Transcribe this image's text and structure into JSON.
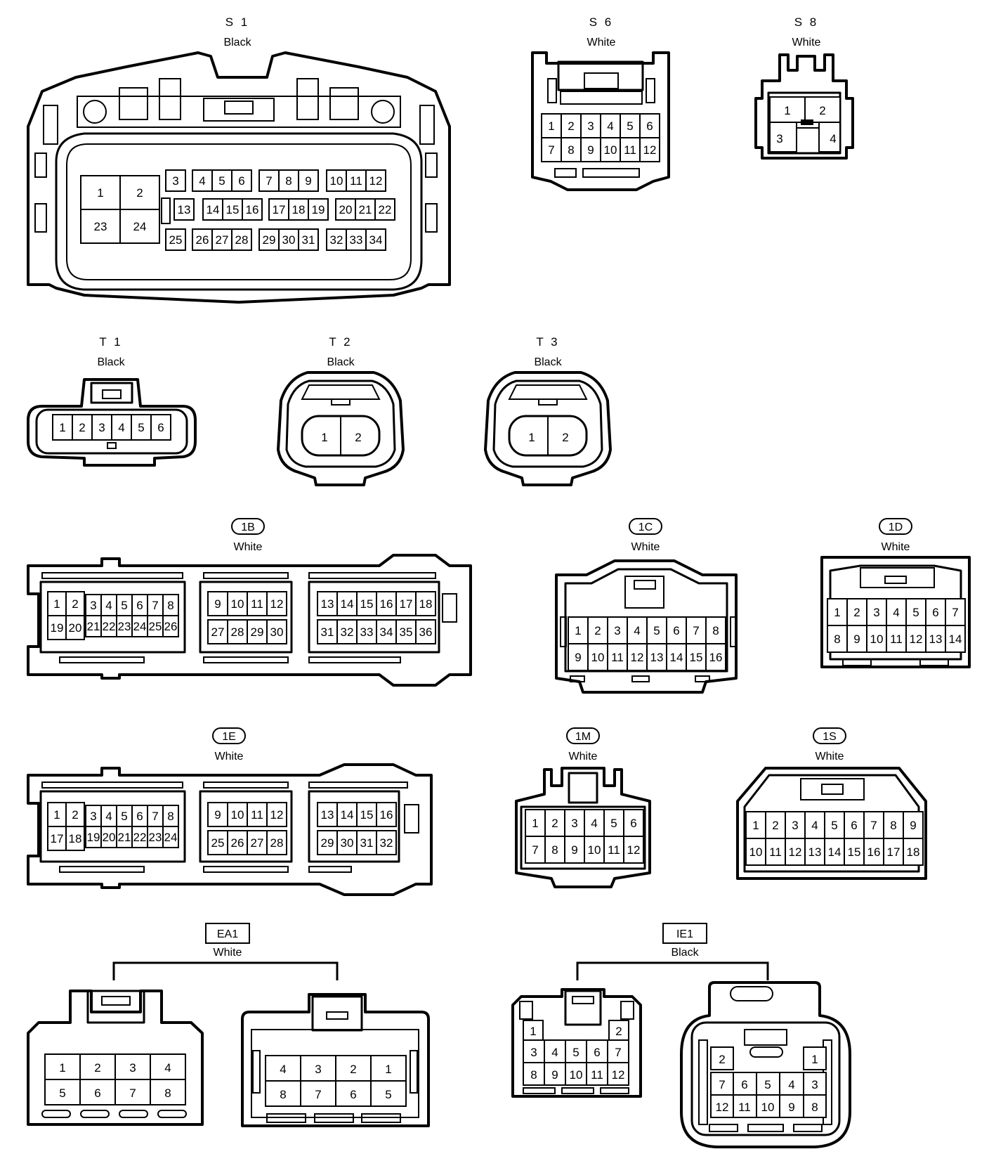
{
  "connectors": {
    "s1": {
      "code": "S 1",
      "color": "Black"
    },
    "s6": {
      "code": "S 6",
      "color": "White"
    },
    "s8": {
      "code": "S 8",
      "color": "White"
    },
    "t1": {
      "code": "T 1",
      "color": "Black"
    },
    "t2": {
      "code": "T 2",
      "color": "Black"
    },
    "t3": {
      "code": "T 3",
      "color": "Black"
    },
    "c1b": {
      "code": "1B",
      "color": "White"
    },
    "c1c": {
      "code": "1C",
      "color": "White"
    },
    "c1d": {
      "code": "1D",
      "color": "White"
    },
    "c1e": {
      "code": "1E",
      "color": "White"
    },
    "c1m": {
      "code": "1M",
      "color": "White"
    },
    "c1s": {
      "code": "1S",
      "color": "White"
    },
    "ea1": {
      "code": "EA1",
      "color": "White"
    },
    "ie1": {
      "code": "IE1",
      "color": "Black"
    }
  }
}
